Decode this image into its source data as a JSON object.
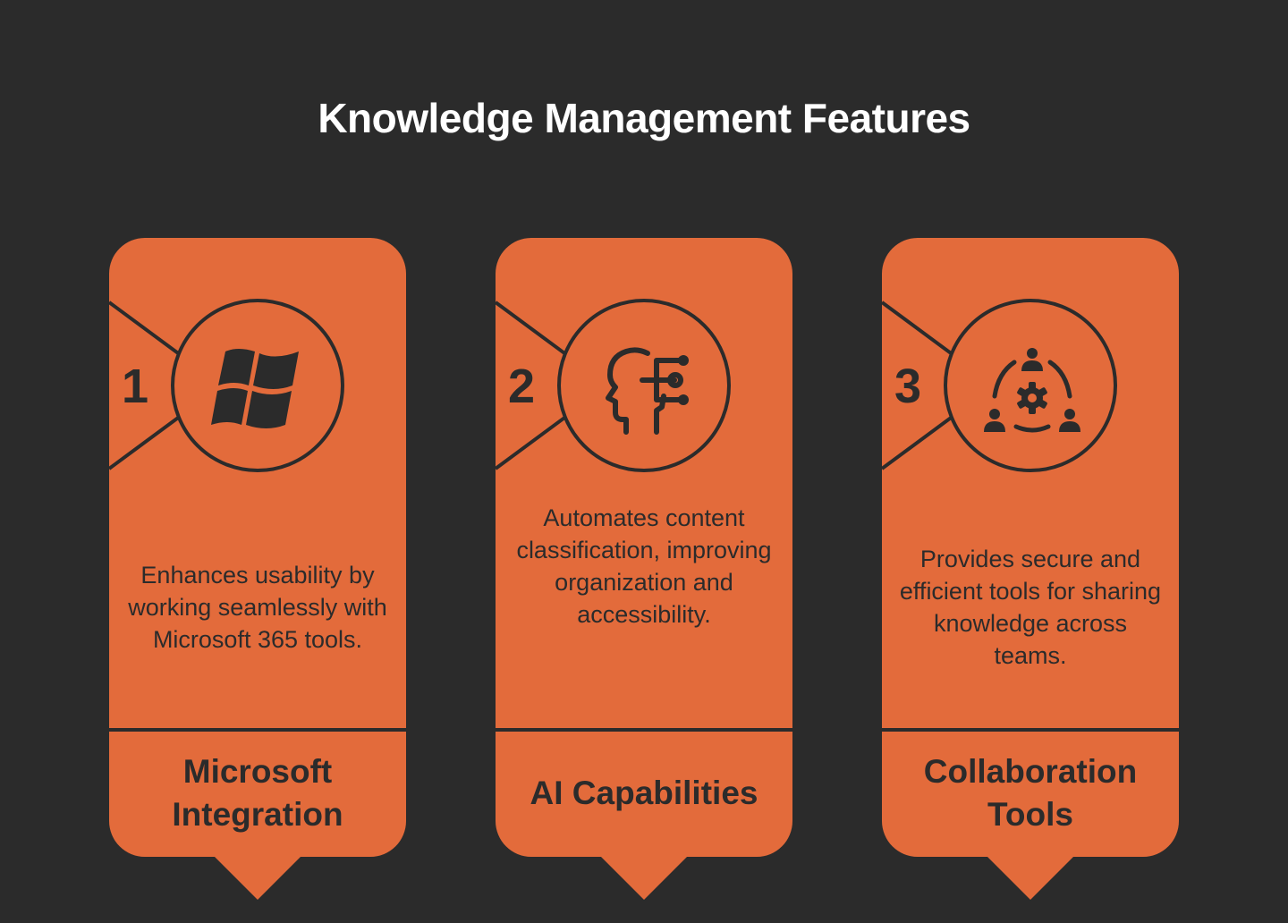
{
  "title": "Knowledge Management Features",
  "colors": {
    "background": "#2b2b2b",
    "card": "#e36b3b",
    "ink": "#2b2b2b",
    "title": "#ffffff"
  },
  "features": [
    {
      "number": "1",
      "icon": "windows-logo-icon",
      "description": "Enhances usability by working seamlessly with Microsoft 365 tools.",
      "label": "Microsoft Integration"
    },
    {
      "number": "2",
      "icon": "ai-head-icon",
      "description": "Automates content classification, improving organization and accessibility.",
      "label": "AI Capabilities"
    },
    {
      "number": "3",
      "icon": "team-gear-icon",
      "description": "Provides secure and efficient tools for sharing knowledge across teams.",
      "label": "Collaboration Tools"
    }
  ]
}
